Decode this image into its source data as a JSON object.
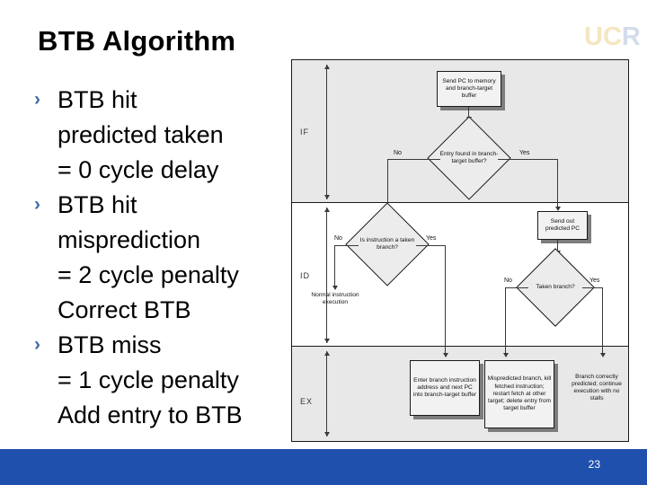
{
  "slide": {
    "title": "BTB Algorithm",
    "page_number": "23"
  },
  "logo": {
    "part_uc": "UC",
    "part_r": "R",
    "color_uc": "#e9c877",
    "color_r": "#9fb3d4"
  },
  "bullets": [
    {
      "marker": "›",
      "text": "BTB hit"
    },
    {
      "marker": "",
      "text": "predicted taken"
    },
    {
      "marker": "",
      "text": "= 0 cycle delay"
    },
    {
      "marker": "›",
      "text": "BTB hit"
    },
    {
      "marker": "",
      "text": "misprediction"
    },
    {
      "marker": "",
      "text": "= 2 cycle penalty"
    },
    {
      "marker": "",
      "text": "Correct BTB"
    },
    {
      "marker": "›",
      "text": "BTB miss"
    },
    {
      "marker": "",
      "text": "= 1 cycle penalty"
    },
    {
      "marker": "",
      "text": "Add entry to BTB"
    }
  ],
  "figure": {
    "stages": [
      {
        "label": "IF"
      },
      {
        "label": "ID"
      },
      {
        "label": "EX"
      }
    ],
    "boxes": [
      {
        "id": "send-pc",
        "text": "Send PC to memory and branch-target buffer"
      },
      {
        "id": "send-predicted-pc",
        "text": "Send out predicted PC"
      },
      {
        "id": "normal-execution",
        "text": "Normal instruction execution"
      },
      {
        "id": "enter-branch",
        "text": "Enter branch instruction address and next PC into branch-target buffer"
      },
      {
        "id": "mispredicted",
        "text": "Mispredicted branch, kill fetched instruction; restart fetch at other target; delete entry from target buffer"
      },
      {
        "id": "correctly-predicted",
        "text": "Branch correctly predicted; continue execution with no stalls"
      }
    ],
    "decisions": [
      {
        "id": "entry-found",
        "text": "Entry found in branch-target buffer?",
        "no": "No",
        "yes": "Yes"
      },
      {
        "id": "taken-branch1",
        "text": "Is instruction a taken branch?",
        "no": "No",
        "yes": "Yes"
      },
      {
        "id": "taken-branch2",
        "text": "Taken branch?",
        "no": "No",
        "yes": "Yes"
      }
    ]
  },
  "colors": {
    "bottom_bar": "#2050ad",
    "bullet_marker": "#3b6ca8",
    "band_shaded": "#e8e8e8"
  }
}
